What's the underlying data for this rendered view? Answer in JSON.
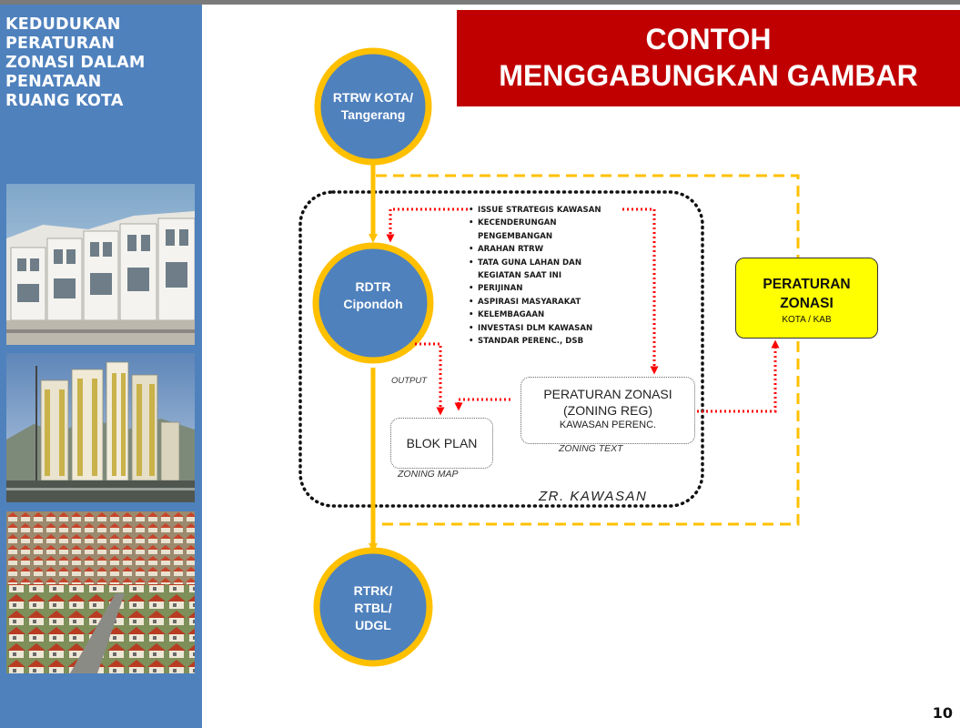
{
  "sidebar": {
    "title_lines": [
      "KEDUDUKAN",
      "PERATURAN",
      "ZONASI DALAM",
      "PENATAAN",
      "RUANG KOTA"
    ]
  },
  "banner": {
    "line1": "CONTOH",
    "line2": "MENGGABUNGKAN GAMBAR"
  },
  "nodes": {
    "rtrw": [
      "RTRW KOTA/",
      "Tangerang"
    ],
    "rdtr": [
      "RDTR",
      "Cipondoh"
    ],
    "rtrk": [
      "RTRK/",
      "RTBL/",
      "UDGL"
    ]
  },
  "issues": [
    "ISSUE STRATEGIS KAWASAN",
    "KECENDERUNGAN",
    "PENGEMBANGAN",
    "ARAHAN RTRW",
    "TATA GUNA LAHAN DAN",
    "KEGIATAN SAAT INI",
    "PERIJINAN",
    "ASPIRASI MASYARAKAT",
    "KELEMBAGAAN",
    "INVESTASI DLM KAWASAN",
    "STANDAR PERENC., DSB"
  ],
  "issue_bullet_flags": [
    true,
    true,
    false,
    true,
    true,
    false,
    true,
    true,
    true,
    true,
    true
  ],
  "labels": {
    "output": "OUTPUT",
    "zoning_map": "ZONING MAP",
    "zoning_text": "ZONING TEXT",
    "zr_kawasan": "ZR. KAWASAN"
  },
  "pz_box": {
    "line1": "PERATURAN ZONASI",
    "line2": "(ZONING REG)",
    "line3": "KAWASAN PERENC."
  },
  "blok_box": {
    "label": "BLOK PLAN"
  },
  "kota_box": {
    "line1": "PERATURAN",
    "line2": "ZONASI",
    "line3": "KOTA / KAB"
  },
  "page_number": "10",
  "colors": {
    "sidebar": "#4f81bd",
    "banner": "#c00000",
    "circle_fill": "#4f81bd",
    "circle_ring": "#ffc000",
    "flow_arrow": "#ffc000",
    "dotted_arrow": "#ff0000",
    "dashed_frame": "#ffc000",
    "kota_fill": "#ffff00"
  }
}
